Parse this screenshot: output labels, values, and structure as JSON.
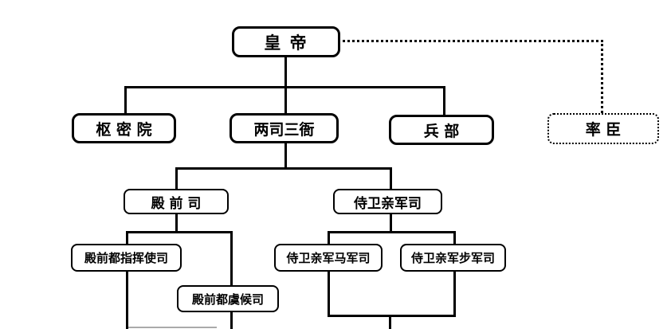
{
  "diagram": {
    "description": "Song dynasty military command hierarchy organizational chart",
    "nodes": {
      "emperor": "皇 帝",
      "privy_council": "枢 密 院",
      "two_offices_three_bureaus": "两司三衙",
      "ministry_of_war": "兵 部",
      "commanding_officials": "率 臣",
      "palace_command": "殿 前 司",
      "imperial_guard_command": "侍卫亲军司",
      "palace_chief_commander_office": "殿前都指挥使司",
      "palace_inspector_office": "殿前都虞候司",
      "guard_cavalry_office": "侍卫亲军马军司",
      "guard_infantry_office": "侍卫亲军步军司"
    },
    "edges": [
      {
        "from": "emperor",
        "to": "privy_council",
        "style": "solid"
      },
      {
        "from": "emperor",
        "to": "two_offices_three_bureaus",
        "style": "solid"
      },
      {
        "from": "emperor",
        "to": "ministry_of_war",
        "style": "solid"
      },
      {
        "from": "emperor",
        "to": "commanding_officials",
        "style": "dotted"
      },
      {
        "from": "two_offices_three_bureaus",
        "to": "palace_command",
        "style": "solid"
      },
      {
        "from": "two_offices_three_bureaus",
        "to": "imperial_guard_command",
        "style": "solid"
      },
      {
        "from": "palace_command",
        "to": "palace_chief_commander_office",
        "style": "solid"
      },
      {
        "from": "palace_command",
        "to": "palace_inspector_office",
        "style": "solid"
      },
      {
        "from": "imperial_guard_command",
        "to": "guard_cavalry_office",
        "style": "solid"
      },
      {
        "from": "imperial_guard_command",
        "to": "guard_infantry_office",
        "style": "solid"
      },
      {
        "from": "guard_cavalry_office",
        "to": "cut_off_below",
        "style": "solid"
      },
      {
        "from": "guard_infantry_office",
        "to": "cut_off_below",
        "style": "solid"
      }
    ],
    "colors": {
      "line": "#000000",
      "box_border": "#000000",
      "box_fill": "#ffffff",
      "background": "#ffffff"
    }
  }
}
